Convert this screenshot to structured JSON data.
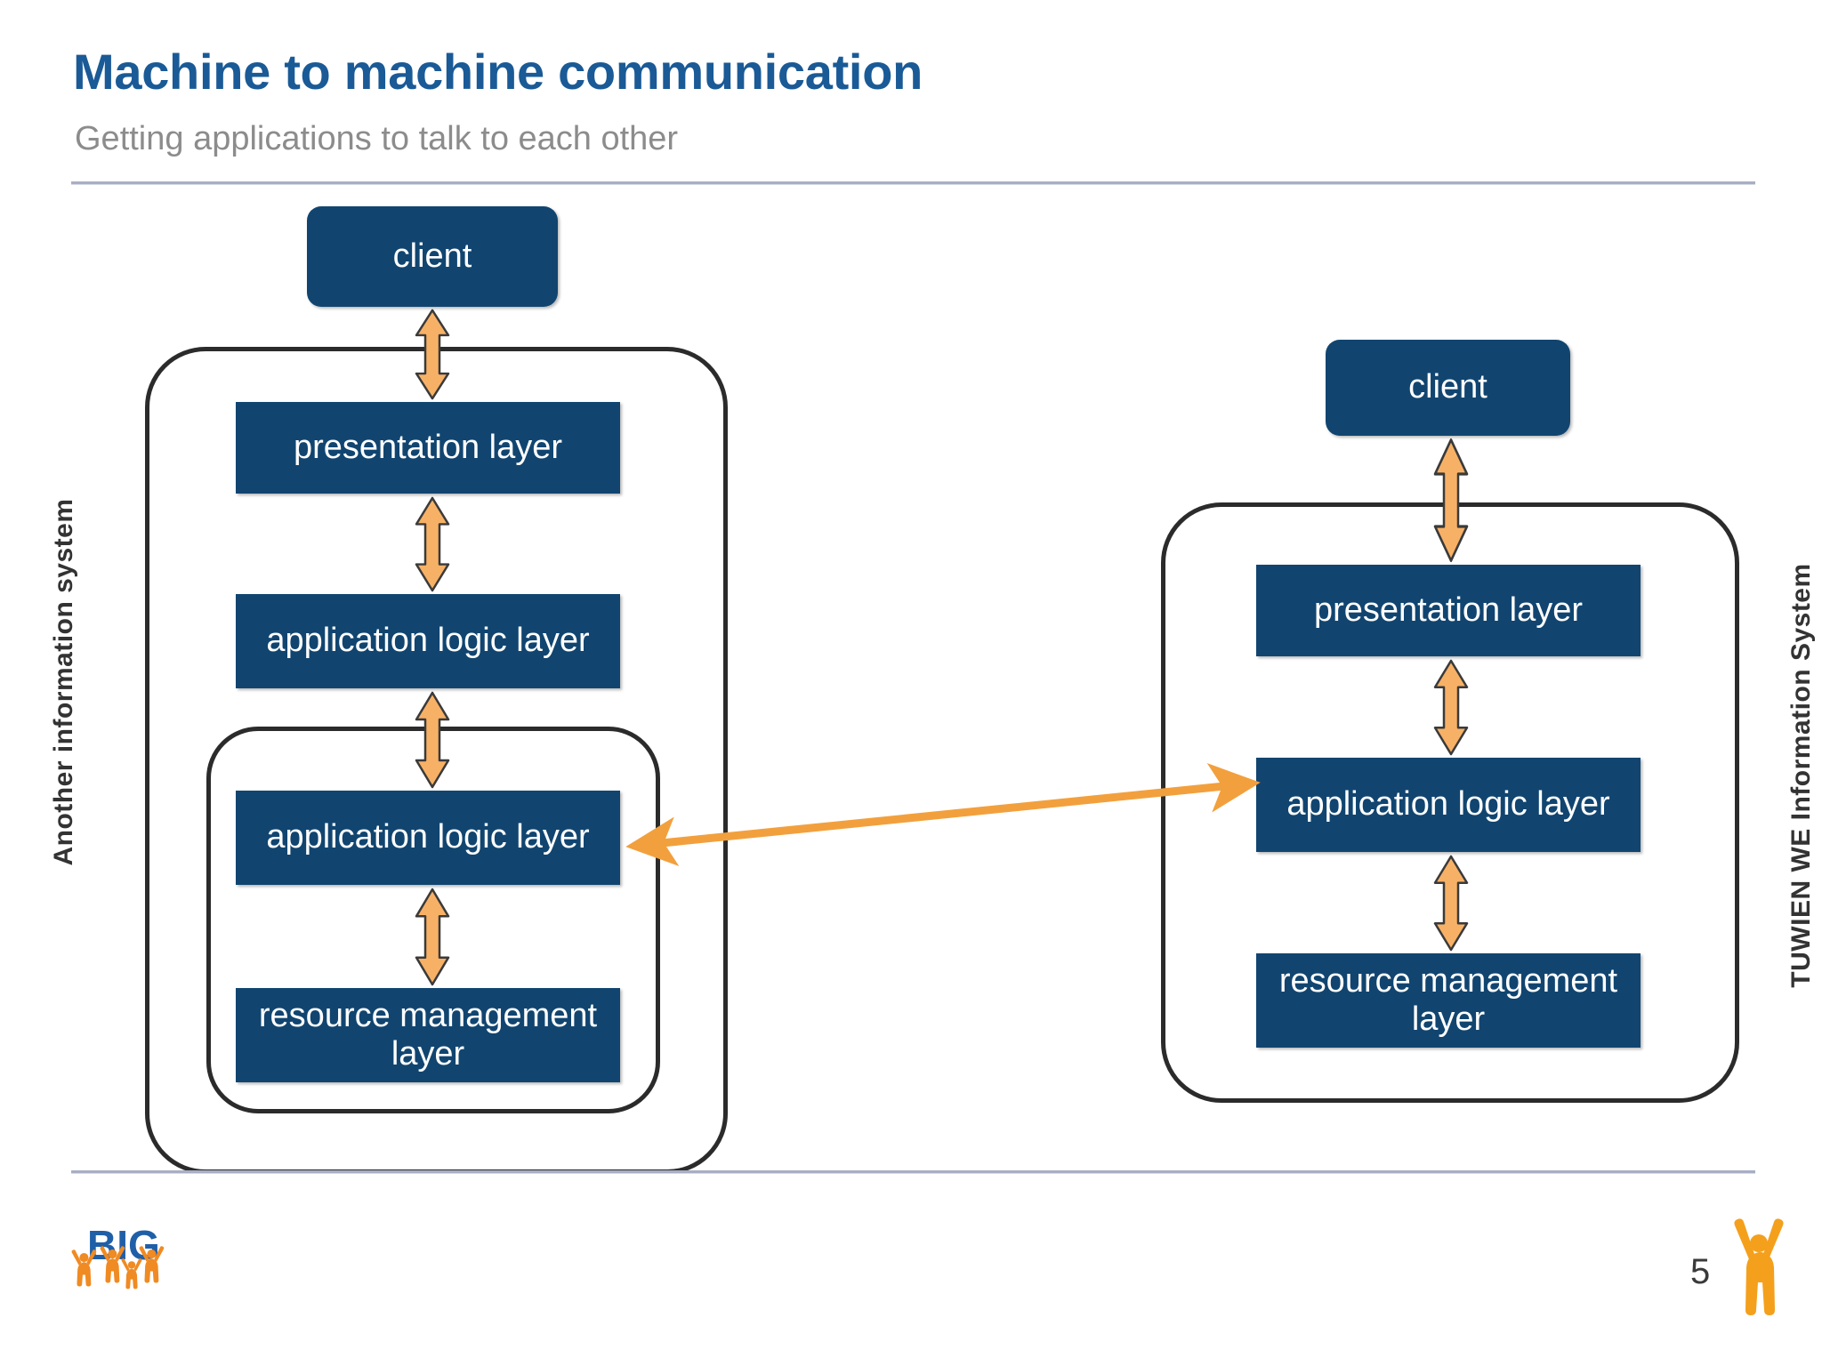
{
  "header": {
    "title": "Machine to machine communication",
    "subtitle": "Getting applications to talk to each other",
    "title_color": "#1A5A96",
    "subtitle_color": "#8C8C8C",
    "rule_color": "#A9AEC4"
  },
  "theme": {
    "box_fill": "#114570",
    "box_text": "#FFFFFF",
    "arrow_fill": "#F7B166",
    "arrow_stroke": "#3A3A3A",
    "connector_color": "#F2A03D",
    "container_stroke": "#2B2B2B",
    "logo_blue": "#1F5FA8",
    "logo_orange": "#F08A22"
  },
  "left_system": {
    "label": "Another information system",
    "client": "client",
    "boxes": [
      {
        "id": "presentation",
        "text": "presentation layer"
      },
      {
        "id": "app-logic-1",
        "text": "application logic layer"
      },
      {
        "id": "app-logic-2",
        "text": "application logic layer"
      },
      {
        "id": "resource-mgmt",
        "text": "resource management layer"
      }
    ]
  },
  "right_system": {
    "label": "TUWIEN WE Information System",
    "client": "client",
    "boxes": [
      {
        "id": "presentation",
        "text": "presentation layer"
      },
      {
        "id": "app-logic",
        "text": "application logic layer"
      },
      {
        "id": "resource-mgmt",
        "text": "resource management layer"
      }
    ]
  },
  "connector": {
    "type": "double-headed-arrow",
    "from": "left-application-logic-layer",
    "to": "right-application-logic-layer"
  },
  "footer": {
    "logo_text": "BIG",
    "page_number": "5"
  }
}
